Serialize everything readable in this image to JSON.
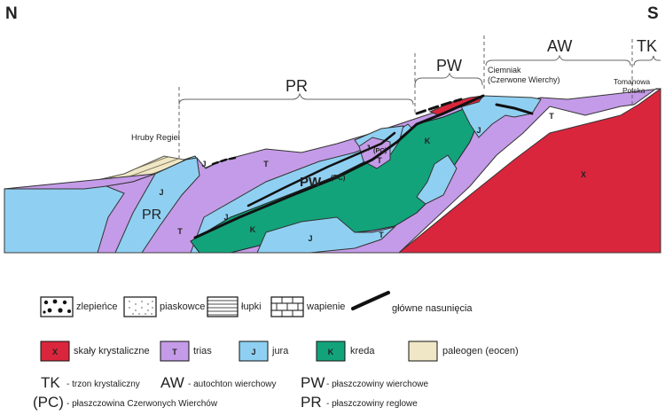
{
  "compass": {
    "north": "N",
    "south": "S"
  },
  "units": {
    "tk": "TK",
    "aw": "AW",
    "pw": "PW",
    "pr": "PR"
  },
  "places": {
    "hruby_regiel": "Hruby Regiel",
    "ciemniak": "Ciemniak",
    "ciemniak_sub": "(Czerwone Wierchy)",
    "tomanowa_1": "Tomanowa",
    "tomanowa_2": "Polska"
  },
  "section_labels": {
    "pr_left": "PR",
    "pw_center": "PW",
    "pc_small": "(PC)",
    "pc_sub": "(PC)"
  },
  "symbols": {
    "x": "X",
    "t": "T",
    "j": "J",
    "k": "K"
  },
  "legend": {
    "row1": [
      {
        "label": "zlepieńce"
      },
      {
        "label": "piaskowce"
      },
      {
        "label": "łupki"
      },
      {
        "label": "wapienie"
      },
      {
        "label": "główne nasunięcia"
      }
    ],
    "row2": [
      {
        "symbol": "X",
        "label": "skały krystaliczne",
        "color": "#d9263d"
      },
      {
        "symbol": "T",
        "label": "trias",
        "color": "#c49be8"
      },
      {
        "symbol": "J",
        "label": "jura",
        "color": "#8fd0f2"
      },
      {
        "symbol": "K",
        "label": "kreda",
        "color": "#13a37b"
      },
      {
        "symbol": "",
        "label": "paleogen (eocen)",
        "color": "#efe7c6"
      }
    ]
  },
  "abbreviations": [
    {
      "abbr": "TK",
      "desc": "- trzon krystaliczny"
    },
    {
      "abbr": "AW",
      "desc": "- autochton wierchowy"
    },
    {
      "abbr": "PW",
      "desc": "- płaszczowiny wierchowe"
    },
    {
      "abbr": "(PC)",
      "desc": "- płaszczowina Czerwonych Wierchów"
    },
    {
      "abbr": "PR",
      "desc": "- płaszczowiny reglowe"
    }
  ],
  "colors": {
    "crystalline": "#d9263d",
    "trias": "#c49be8",
    "jura": "#8fd0f2",
    "kreda": "#13a37b",
    "paleogen": "#efe7c6",
    "thrust": "#111111"
  }
}
